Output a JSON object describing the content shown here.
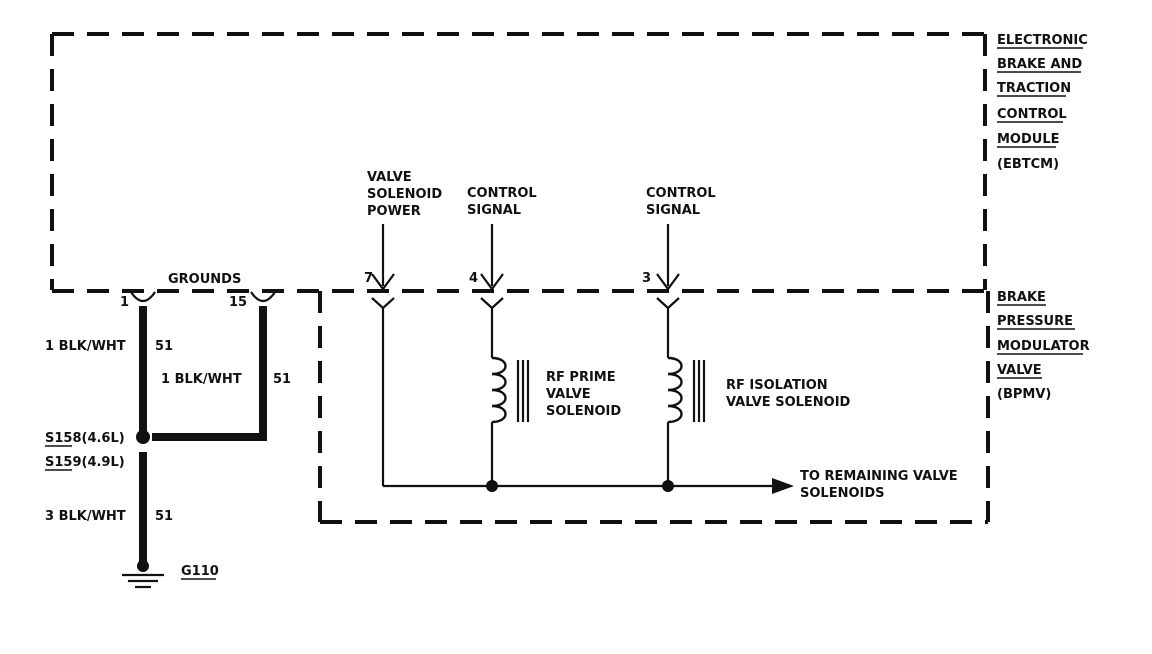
{
  "ebtcm": {
    "lines": [
      "ELECTRONIC",
      "BRAKE AND",
      "TRACTION",
      "CONTROL",
      "MODULE",
      "(EBTCM)"
    ]
  },
  "bpmv": {
    "lines": [
      "BRAKE",
      "PRESSURE",
      "MODULATOR",
      "VALVE",
      "(BPMV)"
    ]
  },
  "grounds_label": "GROUNDS",
  "pins": {
    "p1": "1",
    "p15": "15",
    "p7": "7",
    "p4": "4",
    "p3": "3"
  },
  "signals": {
    "valve_power": [
      "VALVE",
      "SOLENOID",
      "POWER"
    ],
    "control_4": [
      "CONTROL",
      "SIGNAL"
    ],
    "control_3": [
      "CONTROL",
      "SIGNAL"
    ]
  },
  "solenoids": {
    "prime": [
      "RF PRIME",
      "VALVE",
      "SOLENOID"
    ],
    "isolation": [
      "RF ISOLATION",
      "VALVE SOLENOID"
    ]
  },
  "remaining": [
    "TO REMAINING VALVE",
    "SOLENOIDS"
  ],
  "wires": {
    "w1_color": "1 BLK/WHT",
    "w1_circuit": "51",
    "w15_color": "1 BLK/WHT",
    "w15_circuit": "51",
    "w3_color": "3 BLK/WHT",
    "w3_circuit": "51"
  },
  "splices": {
    "s158": "S158(4.6L)",
    "s159": "S159(4.9L)"
  },
  "ground": "G110"
}
